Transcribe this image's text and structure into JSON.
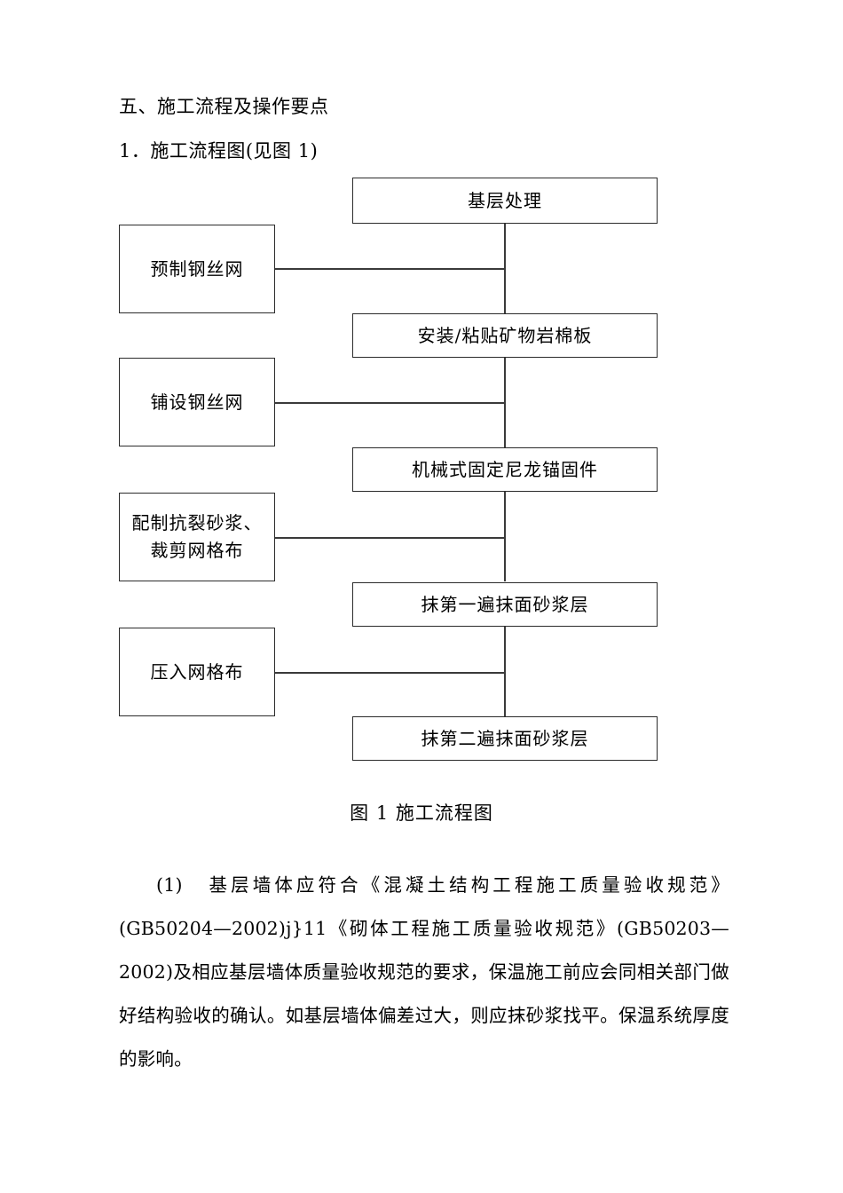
{
  "document": {
    "headings": {
      "section": "五、施工流程及操作要点",
      "subsection": "1．施工流程图(见图 1)"
    },
    "figure": {
      "caption": "图 1 施工流程图",
      "main_flow": [
        {
          "id": "base-treatment",
          "label": "基层处理"
        },
        {
          "id": "install-rockwool",
          "label": "安装/粘贴矿物岩棉板"
        },
        {
          "id": "nylon-anchor",
          "label": "机械式固定尼龙锚固件"
        },
        {
          "id": "first-mortar",
          "label": "抹第一遍抹面砂浆层"
        },
        {
          "id": "second-mortar",
          "label": "抹第二遍抹面砂浆层"
        }
      ],
      "side_flow": [
        {
          "id": "prefab-mesh",
          "line1": "预制钢丝网",
          "line2": ""
        },
        {
          "id": "lay-mesh",
          "line1": "铺设钢丝网",
          "line2": ""
        },
        {
          "id": "mix-mortar",
          "line1": "配制抗裂砂浆、",
          "line2": "裁剪网格布"
        },
        {
          "id": "press-mesh",
          "line1": "压入网格布",
          "line2": ""
        }
      ]
    },
    "paragraph": {
      "marker": "(1)",
      "run1": "基层墙体应符合《混凝土结构工程施工质量验收规范》(GB50204—2002)",
      "run2": "j}11",
      "run3": "《砌体工程施工质量验收规范》(GB50203—2002)及相应基层墙体质量验收规范的要求，保温施工前应会同相关部门做好结构验收的确认。如基层墙体偏差过大，则应抹砂浆找平。保温系统厚度的影响。"
    }
  },
  "colors": {
    "page_background": "#ffffff",
    "text": "#000000",
    "box_border": "#2b2b2b",
    "connector": "#3a3a3a"
  }
}
